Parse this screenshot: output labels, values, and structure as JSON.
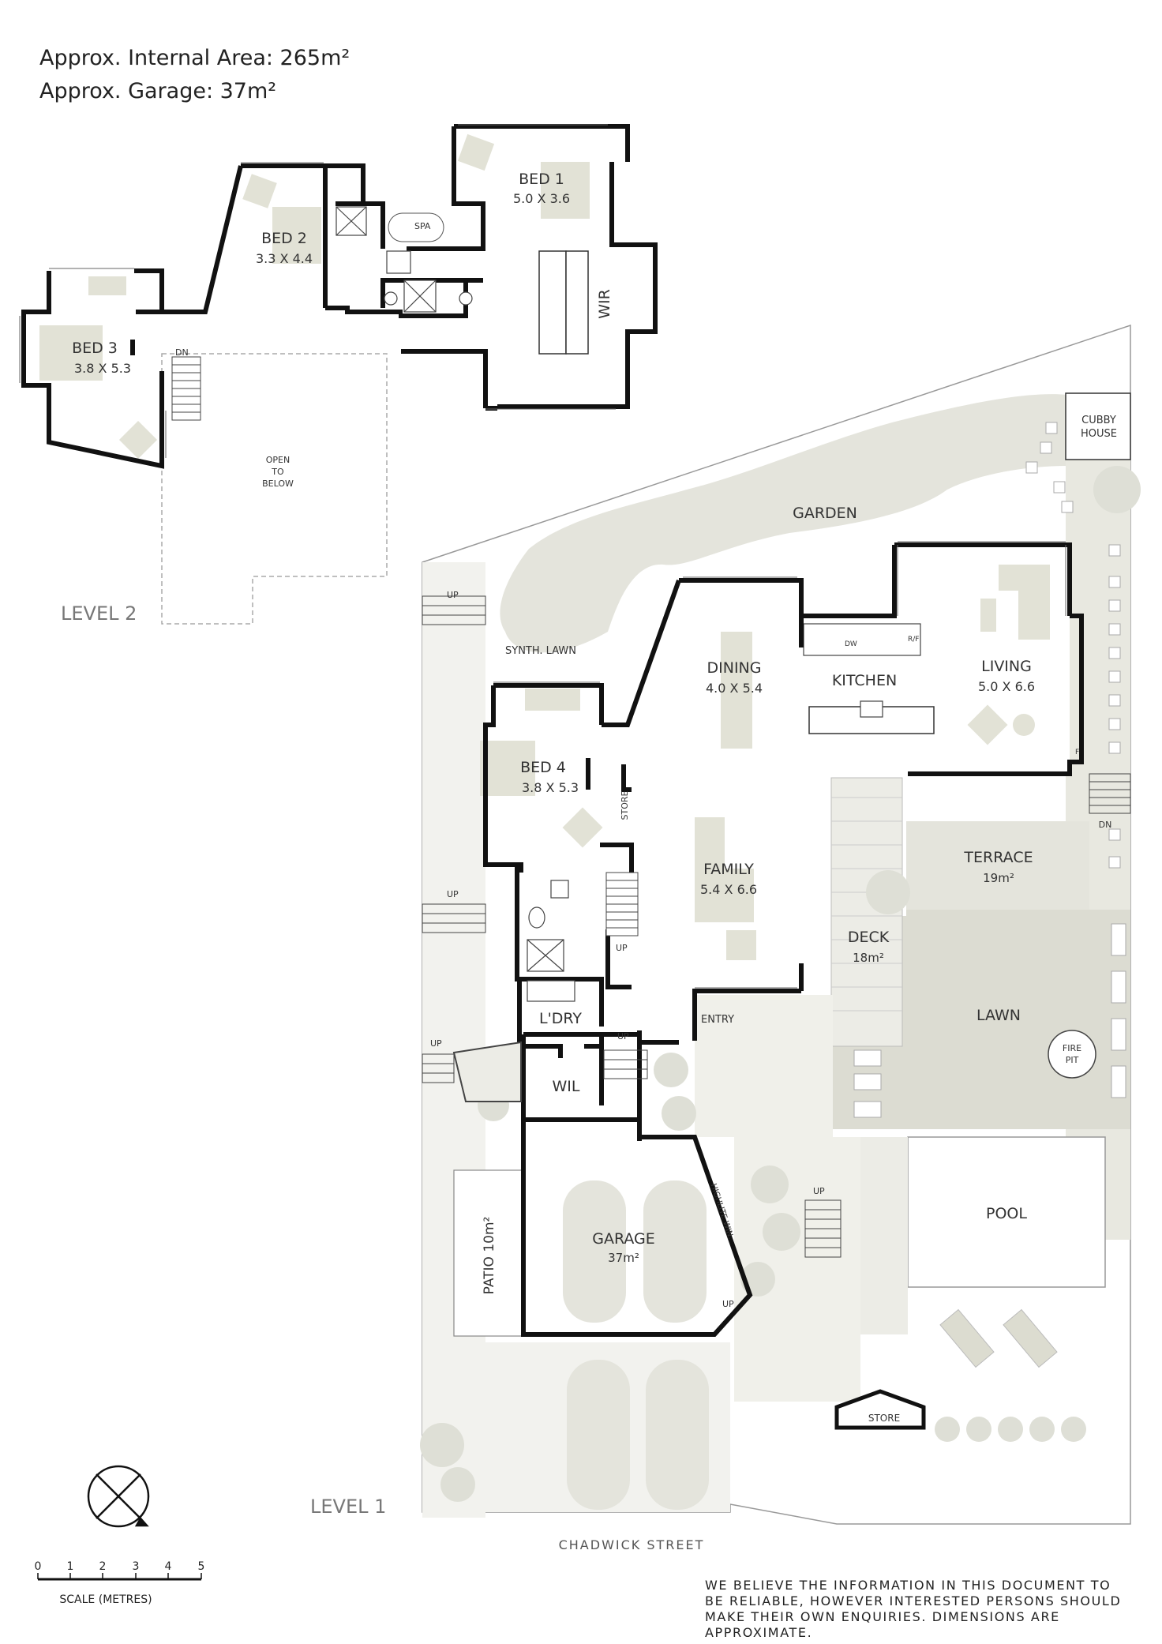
{
  "header": {
    "internal_area": "Approx. Internal Area: 265m²",
    "garage_area": "Approx. Garage: 37m²"
  },
  "levels": {
    "level2": "LEVEL 2",
    "level1": "LEVEL 1"
  },
  "rooms": {
    "bed1": {
      "name": "BED 1",
      "dims": "5.0 X 3.6"
    },
    "bed2": {
      "name": "BED 2",
      "dims": "3.3 X 4.4"
    },
    "bed3": {
      "name": "BED 3",
      "dims": "3.8 X 5.3"
    },
    "bed4": {
      "name": "BED 4",
      "dims": "3.8 X 5.3"
    },
    "dining": {
      "name": "DINING",
      "dims": "4.0 X 5.4"
    },
    "kitchen": {
      "name": "KITCHEN"
    },
    "living": {
      "name": "LIVING",
      "dims": "5.0 X 6.6"
    },
    "family": {
      "name": "FAMILY",
      "dims": "5.4 X 6.6"
    },
    "terrace": {
      "name": "TERRACE",
      "dims": "19m²"
    },
    "deck": {
      "name": "DECK",
      "dims": "18m²"
    },
    "lawn": {
      "name": "LAWN"
    },
    "garage": {
      "name": "GARAGE",
      "dims": "37m²"
    },
    "pool": {
      "name": "POOL"
    },
    "garden": {
      "name": "GARDEN"
    },
    "laundry": {
      "name": "L'DRY"
    },
    "wil": {
      "name": "WIL"
    },
    "wir": {
      "name": "WIR"
    },
    "patio": {
      "name": "PATIO 10m²"
    }
  },
  "small_labels": {
    "spa": "SPA",
    "dn": "DN",
    "up": "UP",
    "open_to_below_1": "OPEN",
    "open_to_below_2": "TO",
    "open_to_below_3": "BELOW",
    "cubby_1": "CUBBY",
    "cubby_2": "HOUSE",
    "synth_lawn": "SYNTH. LAWN",
    "store": "STORE",
    "entry": "ENTRY",
    "dw": "DW",
    "rf": "R/F",
    "f": "F",
    "fire_1": "FIRE",
    "fire_2": "PIT",
    "highlite": "HIGHLITE WIN."
  },
  "street": "CHADWICK STREET",
  "scale": {
    "ticks": [
      "0",
      "1",
      "2",
      "3",
      "4",
      "5"
    ],
    "label": "SCALE (METRES)"
  },
  "disclaimer": "WE BELIEVE THE INFORMATION IN THIS DOCUMENT TO BE RELIABLE, HOWEVER INTERESTED PERSONS SHOULD MAKE THEIR OWN ENQUIRIES. DIMENSIONS ARE APPROXIMATE.",
  "colors": {
    "wall": "#111111",
    "landscape": "#e4e4dc",
    "furniture": "#dcdcd0",
    "text": "#333333",
    "muted": "#777777"
  }
}
